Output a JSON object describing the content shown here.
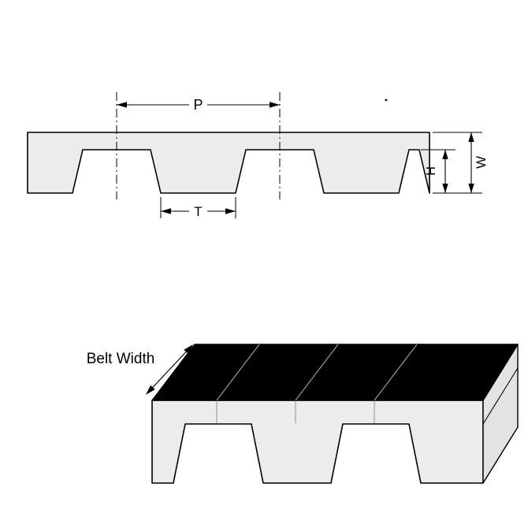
{
  "profile_view": {
    "pitch_label": "P",
    "tooth_width_label": "T",
    "tooth_height_label": "H",
    "belt_thickness_label": "W"
  },
  "perspective_view": {
    "belt_width_label": "Belt Width"
  },
  "colors": {
    "background": "#ffffff",
    "belt_fill": "#ececec",
    "belt_end_fill": "#e3e3e3",
    "top_face_fill": "#000000",
    "line_color": "#000000",
    "seam_line_color": "#999999"
  }
}
